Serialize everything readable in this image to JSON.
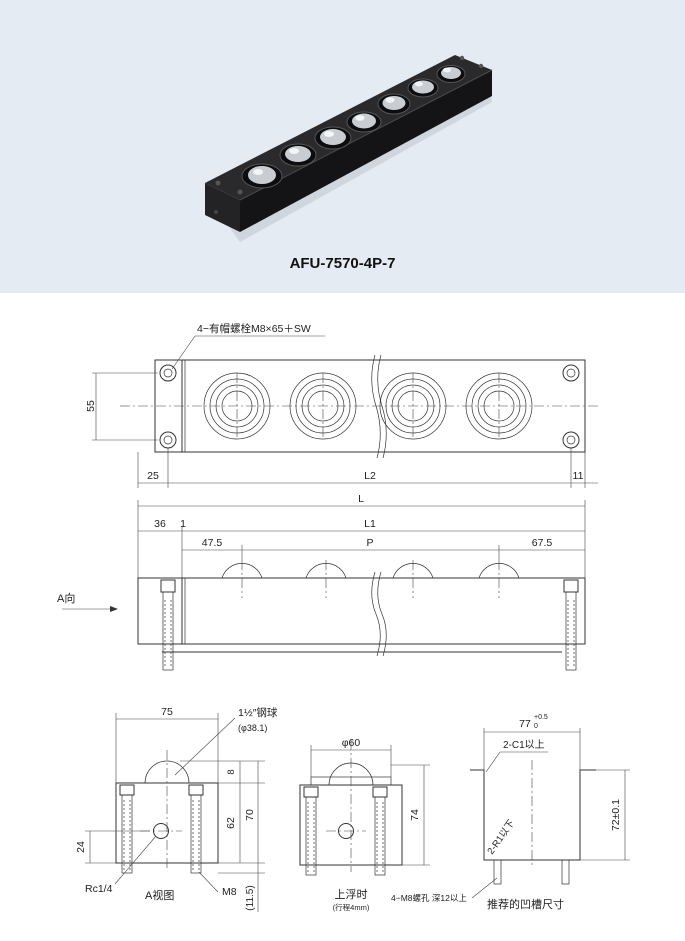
{
  "product": {
    "model": "AFU-7570-4P-7",
    "image_alt": "ball transfer unit product photo",
    "colors": {
      "background": "#e5ebf2",
      "body": "#1c1c1e",
      "ball": "#c9ccd1"
    }
  },
  "top_view": {
    "bolt_note": "4−有帽螺栓M8×65＋SW",
    "dim_height": "55",
    "dim_left": "25",
    "dim_l2": "L2",
    "dim_right": "11"
  },
  "front_view": {
    "dim_l": "L",
    "dim_l1": "L1",
    "dim_36": "36",
    "dim_1": "1",
    "dim_475": "47.5",
    "dim_p": "P",
    "dim_675": "67.5",
    "direction": "A向"
  },
  "side_view": {
    "dim_width": "75",
    "ball_note_1": "1½″钢球",
    "ball_note_2": "(φ38.1)",
    "dim_8": "8",
    "dim_62": "62",
    "dim_70": "70",
    "dim_24": "24",
    "port": "Rc1/4",
    "view_label": "A视图",
    "bolt": "M8",
    "dim_115": "(11.5)"
  },
  "float_view": {
    "dim_dia": "φ60",
    "dim_74": "74",
    "label": "上浮时",
    "sublabel": "(行程4mm)"
  },
  "groove_view": {
    "dim_77": "77",
    "tol_upper": "+0.5",
    "tol_lower": "0",
    "chamfer": "2-C1以上",
    "radius": "2-R1以下",
    "dim_72": "72±0.1",
    "hole_note": "4−M8螺孔 深12以上",
    "label": "推荐的凹槽尺寸"
  }
}
